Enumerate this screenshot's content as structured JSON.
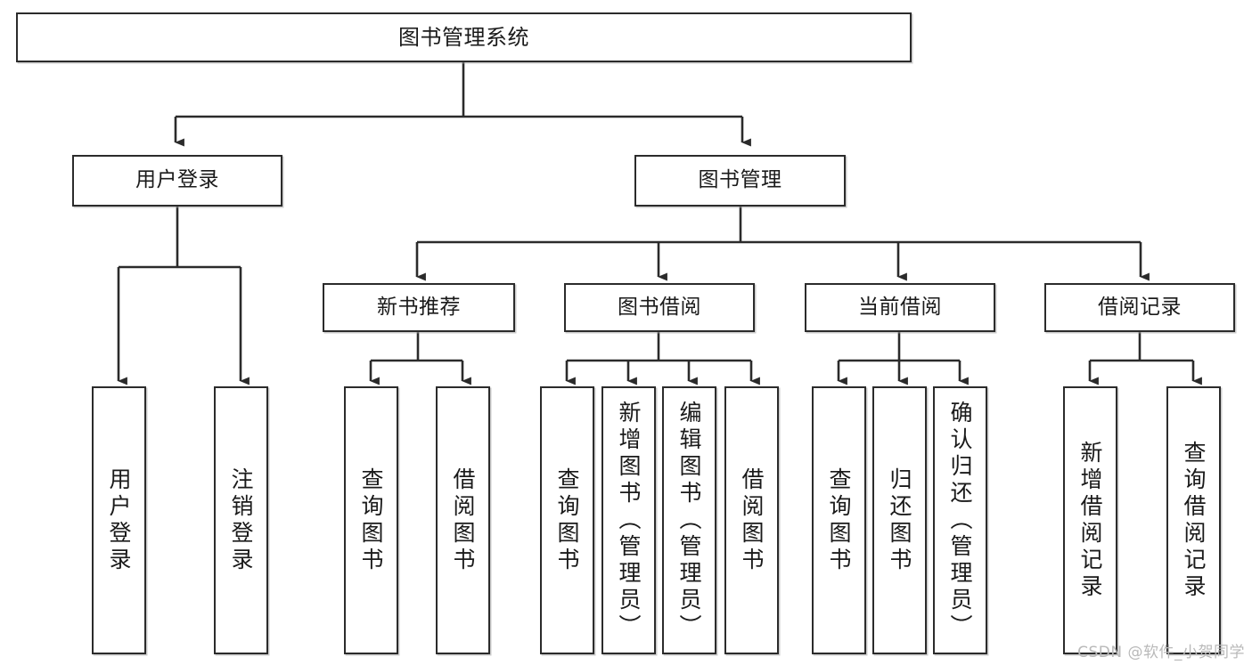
{
  "diagram": {
    "type": "tree",
    "title": "图书管理系统",
    "orientation": "top-down",
    "theme": {
      "background": "#ffffff",
      "box_border": "#2b2b2b",
      "box_fill": "#ffffff",
      "connector": "#2b2b2b",
      "text": "#1a1a1a",
      "watermark": "#b9b9b9"
    }
  },
  "nodes": {
    "root": {
      "label": "图书管理系统"
    },
    "level2": [
      {
        "label": "用户登录"
      },
      {
        "label": "图书管理"
      }
    ],
    "level3": [
      {
        "label": "新书推荐"
      },
      {
        "label": "图书借阅"
      },
      {
        "label": "当前借阅"
      },
      {
        "label": "借阅记录"
      }
    ],
    "leaves": {
      "user_login": [
        {
          "label": "用户登录"
        },
        {
          "label": "注销登录"
        }
      ],
      "new_book": [
        {
          "label": "查询图书"
        },
        {
          "label": "借阅图书"
        }
      ],
      "book_borrow": [
        {
          "label": "查询图书"
        },
        {
          "label": "新增图书（管理员）"
        },
        {
          "label": "编辑图书（管理员）"
        },
        {
          "label": "借阅图书"
        }
      ],
      "current_borrow": [
        {
          "label": "查询图书"
        },
        {
          "label": "归还图书"
        },
        {
          "label": "确认归还（管理员）"
        }
      ],
      "borrow_record": [
        {
          "label": "新增借阅记录"
        },
        {
          "label": "查询借阅记录"
        }
      ]
    }
  },
  "watermark": {
    "text": "CSDN @软件_小贺同学"
  }
}
